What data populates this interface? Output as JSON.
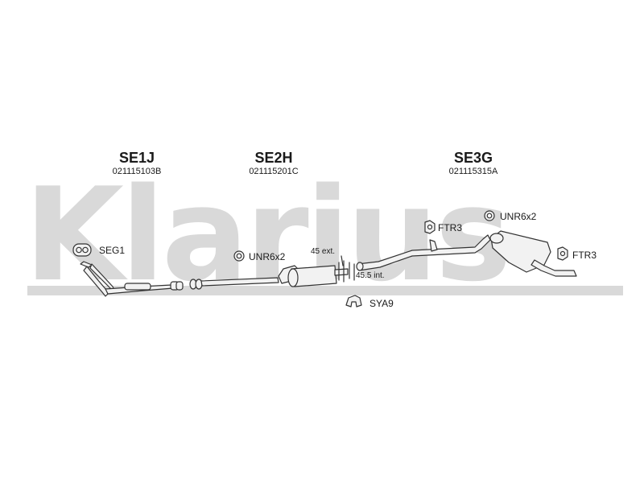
{
  "watermark": {
    "text": "Klarius"
  },
  "sections": [
    {
      "title": "SE1J",
      "part_number": "021115103B"
    },
    {
      "title": "SE2H",
      "part_number": "021115201C"
    },
    {
      "title": "SE3G",
      "part_number": "021115315A"
    }
  ],
  "fittings": {
    "gasket": "SEG1",
    "clamp_front": "UNR6x2",
    "mount_mid": "FTR3",
    "clamp_rear": "UNR6x2",
    "mount_rear": "FTR3",
    "bracket": "SYA9"
  },
  "dimensions": {
    "external": "45 ext.",
    "internal": "45.5 int."
  },
  "colors": {
    "line": "#333333",
    "fill": "#f2f2f2",
    "watermark": "#d9d9d9"
  }
}
